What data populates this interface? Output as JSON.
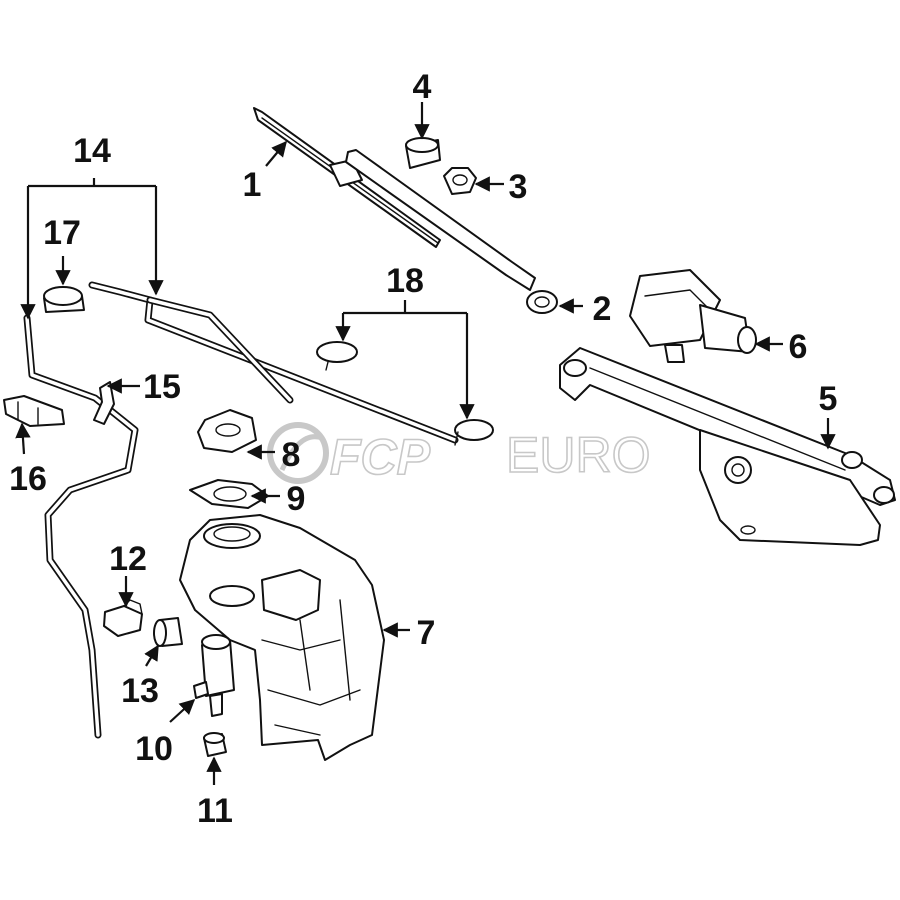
{
  "watermark": {
    "brand": "FCP",
    "suffix": "EURO"
  },
  "callouts": [
    {
      "number": "1"
    },
    {
      "number": "2"
    },
    {
      "number": "3"
    },
    {
      "number": "4"
    },
    {
      "number": "5"
    },
    {
      "number": "6"
    },
    {
      "number": "7"
    },
    {
      "number": "8"
    },
    {
      "number": "9"
    },
    {
      "number": "10"
    },
    {
      "number": "11"
    },
    {
      "number": "12"
    },
    {
      "number": "13"
    },
    {
      "number": "14"
    },
    {
      "number": "15"
    },
    {
      "number": "16"
    },
    {
      "number": "17"
    },
    {
      "number": "18"
    }
  ]
}
